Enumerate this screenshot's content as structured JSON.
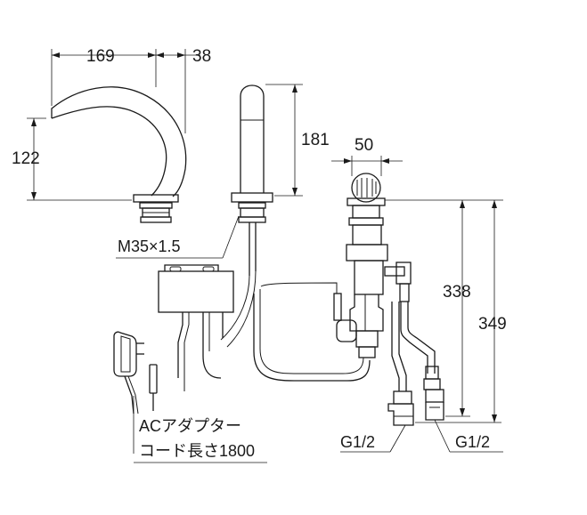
{
  "dimensions": {
    "spout_reach": "169",
    "spout_tip": "38",
    "spout_height": "122",
    "body_height": "181",
    "valve_width": "50",
    "valve_height_a": "338",
    "valve_height_b": "349"
  },
  "labels": {
    "thread": "M35×1.5",
    "adapter_line1": "ACアダプター",
    "adapter_line2": "コード長さ1800",
    "inlet_left": "G1/2",
    "inlet_right": "G1/2"
  }
}
